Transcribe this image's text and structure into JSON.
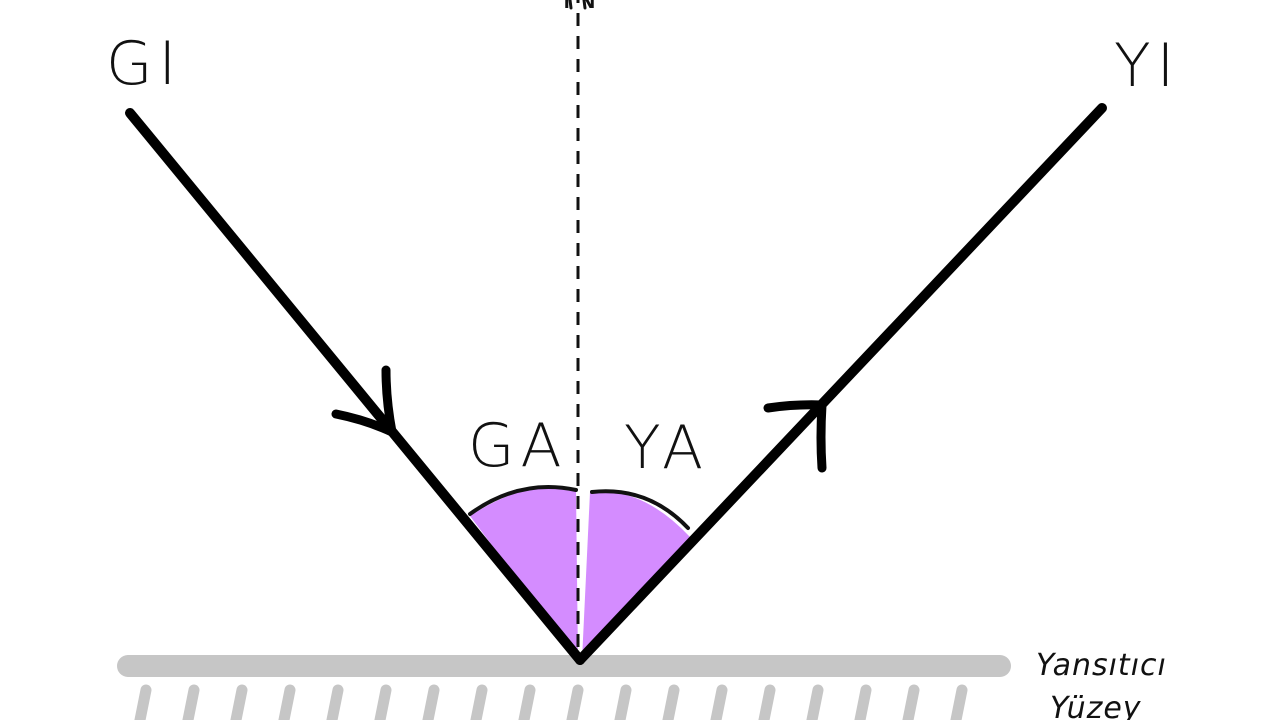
{
  "labels": {
    "incident_ray": "GI",
    "reflected_ray": "YI",
    "normal": "N",
    "incident_angle": "GA",
    "reflection_angle": "YA",
    "surface_line1": "Yansıtıcı",
    "surface_line2": "Yüzey"
  },
  "colors": {
    "ray": "#000000",
    "normal": "#000000",
    "angle_fill": "#d48cff",
    "surface": "#c6c6c6"
  }
}
